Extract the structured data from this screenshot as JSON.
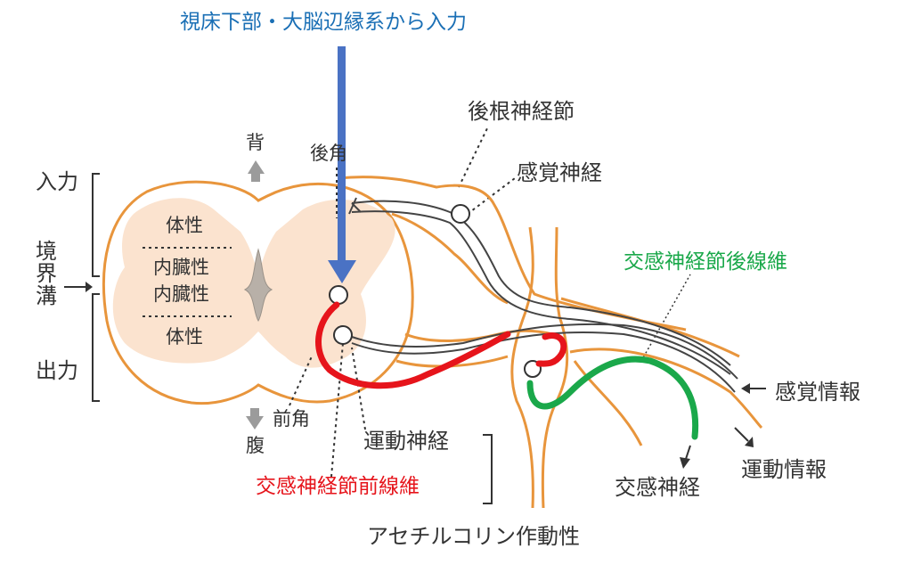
{
  "title_input": "視床下部・大脳辺縁系から入力",
  "labels": {
    "dorsal": "背",
    "ventral": "腹",
    "posterior_horn": "後角",
    "anterior_horn": "前角",
    "input": "入力",
    "output": "出力",
    "boundary_groove": "境界溝",
    "somatic_1": "体性",
    "visceral_1": "内臓性",
    "visceral_2": "内臓性",
    "somatic_2": "体性",
    "dorsal_root_ganglion": "後根神経節",
    "sensory_nerve": "感覚神経",
    "postganglionic_fiber": "交感神経節後線維",
    "sensory_info": "感覚情報",
    "motor_nerve": "運動神経",
    "preganglionic_fiber": "交感神経節前線維",
    "sympathetic_nerve": "交感神経",
    "motor_info": "運動情報",
    "cholinergic": "アセチルコリン作動性"
  },
  "colors": {
    "gray_matter": "#fbe3cf",
    "outline": "#e8953c",
    "input_arrow": "#4a72c4",
    "preganglionic": "#e6141b",
    "postganglionic": "#1aa84a"
  }
}
